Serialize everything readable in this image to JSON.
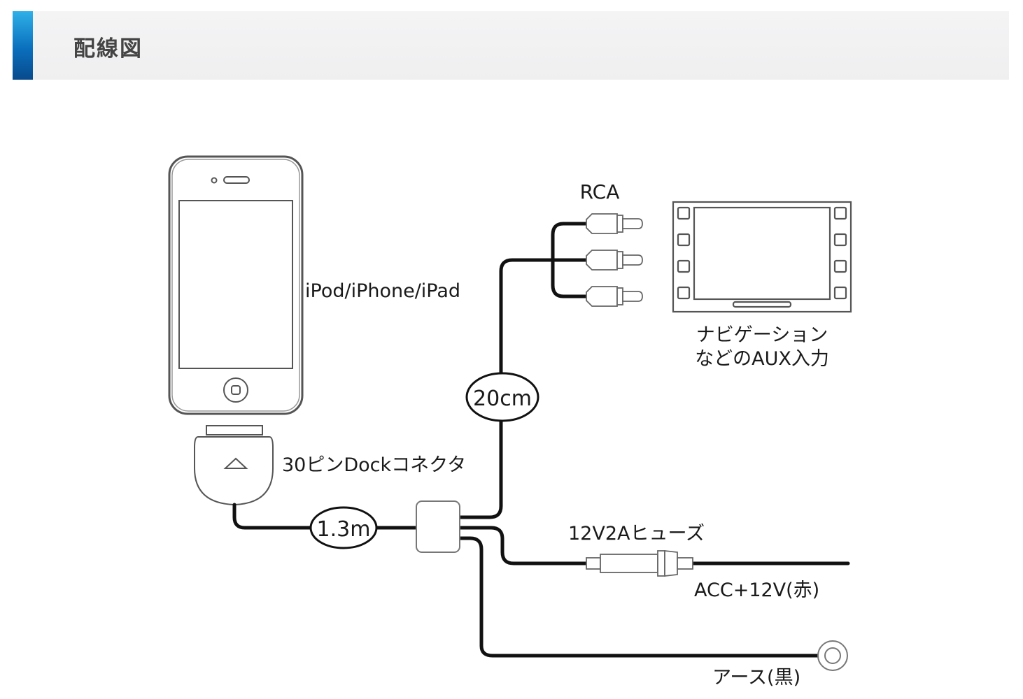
{
  "header": {
    "title": "配線図",
    "accent_color": "#0a6fbd"
  },
  "diagram": {
    "device_label": "iPod/iPhone/iPad",
    "connector_label": "30ピンDockコネクタ",
    "cable_length_main": "1.3m",
    "cable_length_branch": "20cm",
    "rca_label": "RCA",
    "navigation_label_line1": "ナビゲーション",
    "navigation_label_line2": "などのAUX入力",
    "fuse_label": "12V2Aヒューズ",
    "acc_label": "ACC+12V(赤)",
    "ground_label": "アース(黒)"
  }
}
